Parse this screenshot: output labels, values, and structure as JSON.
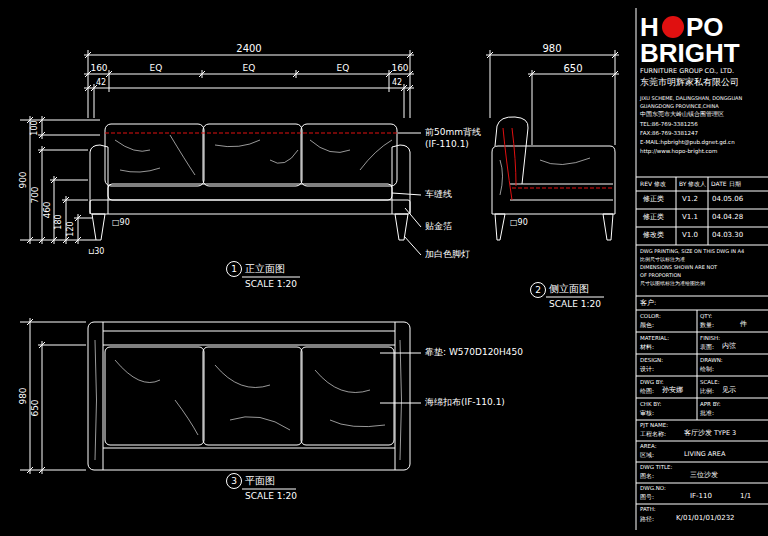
{
  "diagram": {
    "nodes": [
      {
        "text": [
          "1"
        ]
      },
      {
        "text": [
          "2"
        ]
      },
      {
        "text": [
          "3"
        ]
      }
    ],
    "labels": [
      "2400",
      "160",
      "EQ",
      "EQ",
      "EQ",
      "160",
      "42",
      "42",
      "980",
      "650",
      "100",
      "900",
      "700",
      "460",
      "180",
      "120",
      "□90",
      "⊔30",
      "□90",
      "前50mm背线",
      "(IF-110.1)",
      "车缝线",
      "贴金箔",
      "加白色脚灯",
      "正立面图",
      "SCALE 1:20",
      "侧立面图",
      "SCALE 1:20",
      "靠垫: W570D120H450",
      "海绵扣布(IF-110.1)",
      "980",
      "650",
      "平面图",
      "SCALE 1:20",
      "H",
      "PO",
      "BRIGHT",
      "FURNITURE GROUP CO., LTD.",
      "东莞市明辉家私有限公司",
      "JIXU SCHEME, DALINGSHAN, DONGGUAN",
      "GUANGDONG PROVINCE,CHINA",
      "中国东莞市大岭山镇合围管理区",
      "TEL:86-769-3381256",
      "FAX:86-769-3381247",
      "E-MAIL:hpbright@pub.dgnet.gd.cn",
      "http://www.hopo-bright.com",
      "REV 修改",
      "BY 修改人",
      "DATE 日期",
      "修正类",
      "V1.2",
      "04.05.06",
      "修正类",
      "V1.1",
      "04.04.28",
      "修改类",
      "V1.0",
      "04.03.30",
      "DWG PRINTING, SIZE ON THIS DWG IN A4",
      "比例尺寸以标注为准",
      "DIMENSIONS SHOWN ARE NOT",
      "OF PROPORTION",
      "尺寸以图纸标注为准绘图比例",
      "客户:",
      "COLOR:",
      "颜色:",
      "QTY:",
      "数量:",
      "件",
      "MATERIAL:",
      "材料:",
      "FINISH:",
      "表面:",
      "内弦",
      "DESIGN:",
      "设计:",
      "DRAWN:",
      "绘制:",
      "DWG BY:",
      "绘图:",
      "孙安娜",
      "SCALE:",
      "比例:",
      "见示",
      "CHK BY:",
      "审核:",
      "APR BY:",
      "批准:",
      "PJT NAME:",
      "工程名称:",
      "客厅沙发 TYPE 3",
      "AREA:",
      "区域:",
      "LIVING AREA",
      "DWG TITLE:",
      "图名:",
      "三位沙发",
      "DWG.NO:",
      "图号:",
      "IF-110",
      "1/1",
      "PATH:",
      "路径:",
      "K/01/01/01/0232"
    ]
  }
}
